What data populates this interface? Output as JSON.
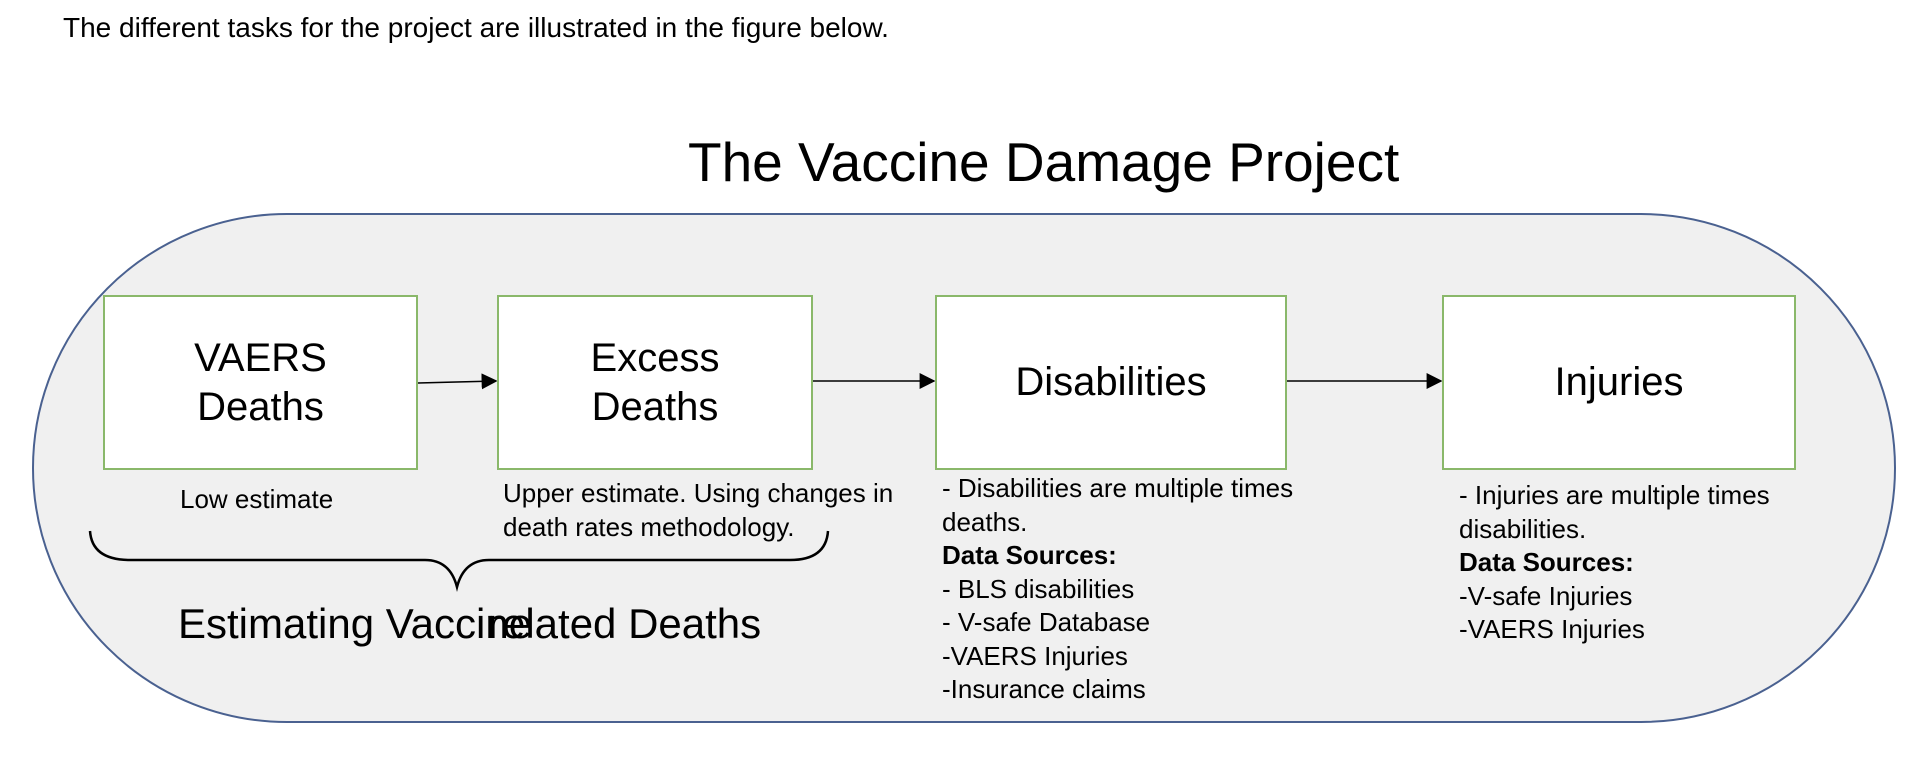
{
  "intro": "The different tasks for the project are illustrated in the figure below.",
  "diagram": {
    "title": "The Vaccine Damage Project",
    "boxes": {
      "vaers_deaths": {
        "line1": "VAERS",
        "line2": "Deaths"
      },
      "excess_deaths": {
        "line1": "Excess",
        "line2": "Deaths"
      },
      "disabilities": {
        "line1": "Disabilities"
      },
      "injuries": {
        "line1": "Injuries"
      }
    },
    "notes": {
      "low": "Low estimate",
      "upper": [
        "Upper estimate. Using changes in",
        "death rates methodology."
      ],
      "disabilities": [
        "- Disabilities are multiple times",
        "deaths."
      ],
      "disabilities_sources_label": "Data Sources:",
      "disabilities_sources": [
        "- BLS disabilities",
        "- V-safe Database",
        "-VAERS Injuries",
        "-Insurance claims"
      ],
      "injuries": [
        "- Injuries are multiple times",
        "disabilities."
      ],
      "injuries_sources_label": "Data Sources:",
      "injuries_sources": [
        "-V-safe Injuries",
        "-VAERS Injuries"
      ]
    },
    "brace_label_a": "Estimating Vaccine",
    "brace_label_b": "related Deaths"
  },
  "colors": {
    "container_fill": "#f0f0f0",
    "container_border": "#4a6190",
    "box_border": "#8ab86a"
  }
}
